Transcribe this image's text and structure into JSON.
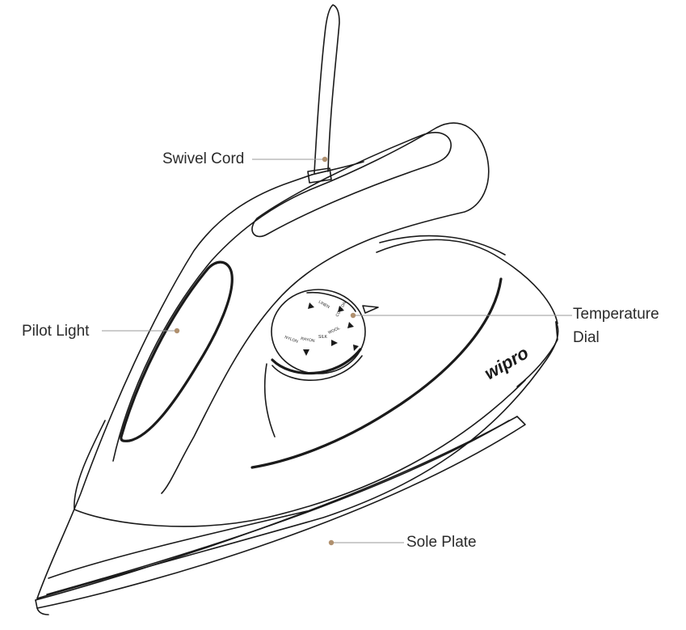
{
  "diagram": {
    "subject": "electric dry iron",
    "brand": "wipro",
    "dial_markings": [
      "NYLON",
      "RAYON",
      "SILK",
      "WOOL",
      "COTTON",
      "LINEN"
    ],
    "labels": {
      "swivel_cord": "Swivel Cord",
      "pilot_light": "Pilot Light",
      "temperature_dial_line1": "Temperature",
      "temperature_dial_line2": "Dial",
      "sole_plate": "Sole Plate"
    },
    "colors": {
      "outline": "#1a1a1a",
      "leader_line": "#9a9a9a",
      "marker_dot": "#b0906e",
      "label_text": "#2b2b2b",
      "background": "#ffffff"
    }
  }
}
